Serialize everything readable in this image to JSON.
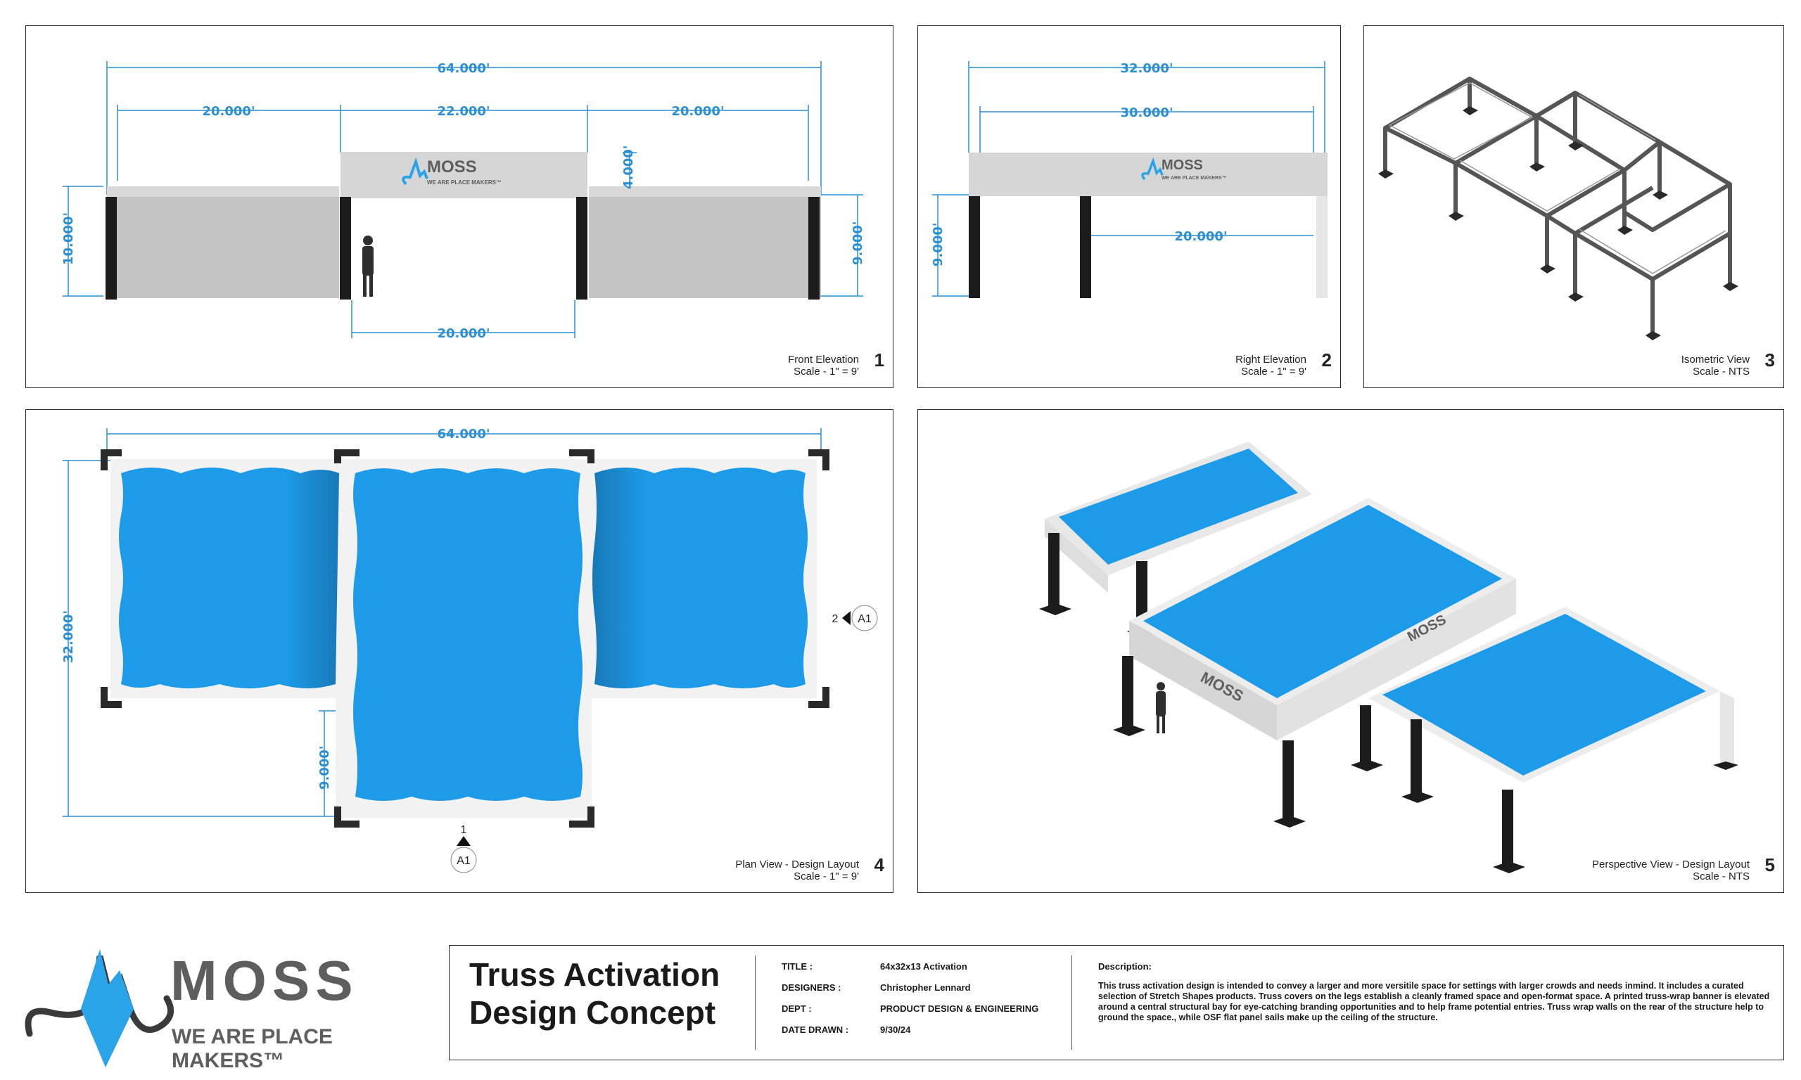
{
  "panels": {
    "front": {
      "dims": {
        "total": "64.000'",
        "left": "20.000'",
        "center": "22.000'",
        "right": "20.000'",
        "banner_h": "4.000'",
        "left_h": "10.000'",
        "right_h": "9.000'",
        "bottom": "20.000'"
      },
      "view_name": "Front Elevation",
      "scale": "Scale - 1\" = 9'",
      "number": "1"
    },
    "right": {
      "dims": {
        "total": "32.000'",
        "inner": "30.000'",
        "span": "20.000'",
        "height": "9.000'"
      },
      "view_name": "Right Elevation",
      "scale": "Scale - 1\" = 9'",
      "number": "2"
    },
    "iso": {
      "view_name": "Isometric View",
      "scale": "Scale - NTS",
      "number": "3"
    },
    "plan": {
      "dims": {
        "total": "64.000'",
        "depth": "32.000'",
        "offset": "9.000'"
      },
      "section_a_num": "1",
      "section_a_ref": "A1",
      "section_b_num": "2",
      "section_b_ref": "A1",
      "view_name": "Plan View - Design Layout",
      "scale": "Scale - 1\" = 9'",
      "number": "4"
    },
    "perspective": {
      "view_name": "Perspective View - Design Layout",
      "scale": "Scale - NTS",
      "number": "5"
    }
  },
  "banner": {
    "brand": "MOSS",
    "tagline": "WE ARE PLACE MAKERS™"
  },
  "logo": {
    "brand": "MOSS",
    "tagline": "WE ARE PLACE MAKERS™"
  },
  "title_block": {
    "title_line1": "Truss Activation",
    "title_line2": "Design Concept",
    "fields": [
      {
        "key": "TITLE :",
        "value": "64x32x13 Activation"
      },
      {
        "key": "DESIGNERS :",
        "value": "Christopher Lennard"
      },
      {
        "key": "DEPT :",
        "value": "PRODUCT DESIGN & ENGINEERING"
      },
      {
        "key": "DATE DRAWN :",
        "value": "9/30/24"
      }
    ],
    "description_heading": "Description:",
    "description": "This truss activation design is intended to convey a larger and more versitile space for settings with larger crowds and needs inmind. It includes a curated selection of Stretch Shapes products. Truss covers on the legs establish a cleanly framed space and open-format space. A printed truss-wrap banner is elevated around a central structural bay for eye-catching branding opportunities and to help frame potential entries. Truss wrap walls on the rear of the structure help to ground the space., while OSF flat panel sails make up the ceiling of the structure."
  },
  "colors": {
    "dimension": "#2b8fd4",
    "sail": "#1e9be8",
    "wall": "#c4c4c4",
    "banner": "#d6d6d6",
    "leg": "#1c1c1c",
    "brand_blue": "#2aa3e8",
    "brand_gray": "#5e5e5e"
  }
}
